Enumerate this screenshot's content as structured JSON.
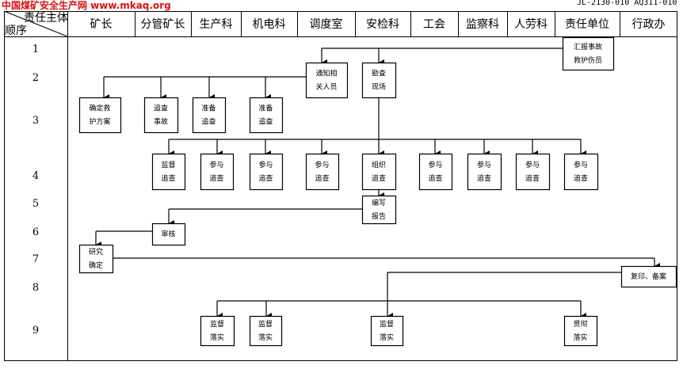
{
  "watermark": "中国煤矿安全生产网 www.mkaq.org",
  "doc_code": "JL-2130-010 AQ311-010",
  "header": {
    "corner_top": "责任主体",
    "corner_bottom": "顺序",
    "columns": [
      "矿长",
      "分管矿长",
      "生产科",
      "机电科",
      "调度室",
      "安检科",
      "工会",
      "监察科",
      "人劳科",
      "责任单位",
      "行政办"
    ]
  },
  "rows": [
    "1",
    "2",
    "3",
    "4",
    "5",
    "6",
    "7",
    "8",
    "9"
  ],
  "boxes": {
    "report_rescue": [
      "汇报事故",
      "救护伤员"
    ],
    "notify": [
      "通知相",
      "关人员"
    ],
    "survey": [
      "勘查",
      "现场"
    ],
    "rescue_plan": [
      "确定救",
      "护方案"
    ],
    "investigate": [
      "追查",
      "事故"
    ],
    "prepare1": [
      "准备",
      "追查"
    ],
    "prepare2": [
      "准备",
      "追查"
    ],
    "supervise_inv": [
      "监督",
      "追查"
    ],
    "join1": [
      "参与",
      "追查"
    ],
    "join2": [
      "参与",
      "追查"
    ],
    "join3": [
      "参与",
      "追查"
    ],
    "organize": [
      "组织",
      "追查"
    ],
    "join4": [
      "参与",
      "追查"
    ],
    "join5": [
      "参与",
      "追查"
    ],
    "join6": [
      "参与",
      "追查"
    ],
    "join7": [
      "参与",
      "追查"
    ],
    "write_report": [
      "编写",
      "报告"
    ],
    "review": [
      "审核"
    ],
    "decide": [
      "研究",
      "确定"
    ],
    "archive": [
      "复印、备案"
    ],
    "impl1": [
      "监督",
      "落实"
    ],
    "impl2": [
      "监督",
      "落实"
    ],
    "impl3": [
      "监督",
      "落实"
    ],
    "impl4": [
      "贯彻",
      "落实"
    ]
  }
}
